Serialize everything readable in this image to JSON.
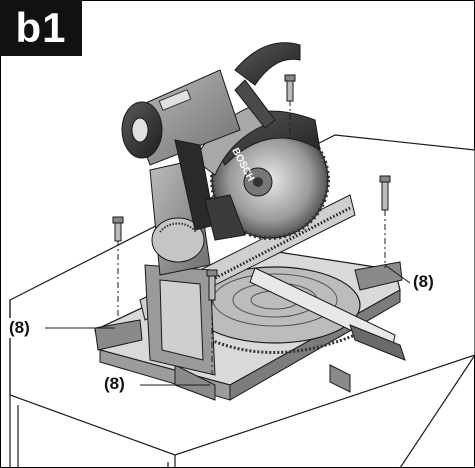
{
  "figure": {
    "badge": "b1",
    "callouts": [
      "(8)",
      "(8)",
      "(8)"
    ],
    "brand": "BOSCH",
    "colors": {
      "body": "#8a8a8a",
      "dark": "#3a3a3a",
      "light": "#d0d0d0",
      "outline": "#1a1a1a"
    }
  }
}
